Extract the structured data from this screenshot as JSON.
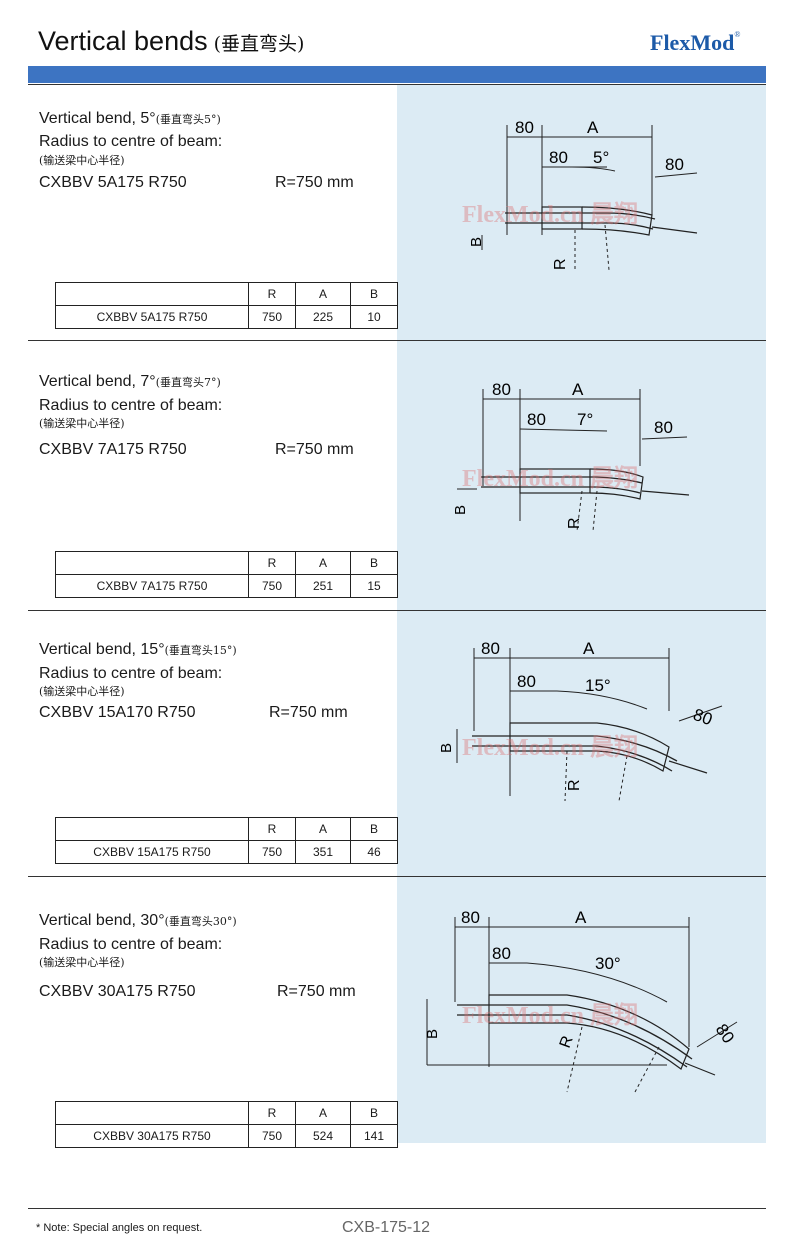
{
  "header": {
    "title": "Vertical bends",
    "title_cn": "(垂直弯头)",
    "brand": "FlexMod",
    "brand_mark": "®"
  },
  "table_columns": [
    "R",
    "A",
    "B"
  ],
  "sections": [
    {
      "heading": "Vertical bend, 5°",
      "heading_cn": "(垂直弯头5°)",
      "radius_label": "Radius to centre of beam:",
      "radius_cn": "(输送梁中心半径)",
      "model": "CXBBV 5A175 R750",
      "radius_value": "R=750 mm",
      "row": {
        "model": "CXBBV 5A175 R750",
        "R": "750",
        "A": "225",
        "B": "10"
      },
      "diagram": {
        "dim1": "80",
        "dim2": "80",
        "dim3": "80",
        "A": "A",
        "angle": "5°",
        "B": "B",
        "R": "R"
      }
    },
    {
      "heading": "Vertical bend, 7°",
      "heading_cn": "(垂直弯头7°)",
      "radius_label": "Radius to centre of beam:",
      "radius_cn": "(输送梁中心半径)",
      "model": "CXBBV 7A175 R750",
      "radius_value": "R=750 mm",
      "row": {
        "model": "CXBBV 7A175 R750",
        "R": "750",
        "A": "251",
        "B": "15"
      },
      "diagram": {
        "dim1": "80",
        "dim2": "80",
        "dim3": "80",
        "A": "A",
        "angle": "7°",
        "B": "B",
        "R": "R"
      }
    },
    {
      "heading": "Vertical bend, 15°",
      "heading_cn": "(垂直弯头15°)",
      "radius_label": "Radius to centre of beam:",
      "radius_cn": "(输送梁中心半径)",
      "model": "CXBBV 15A170 R750",
      "radius_value": "R=750 mm",
      "row": {
        "model": "CXBBV 15A175 R750",
        "R": "750",
        "A": "351",
        "B": "46"
      },
      "diagram": {
        "dim1": "80",
        "dim2": "80",
        "dim3": "80",
        "A": "A",
        "angle": "15°",
        "B": "B",
        "R": "R"
      }
    },
    {
      "heading": "Vertical bend, 30°",
      "heading_cn": "(垂直弯头30°)",
      "radius_label": "Radius to centre of beam:",
      "radius_cn": "(输送梁中心半径)",
      "model": "CXBBV 30A175 R750",
      "radius_value": "R=750 mm",
      "row": {
        "model": "CXBBV 30A175 R750",
        "R": "750",
        "A": "524",
        "B": "141"
      },
      "diagram": {
        "dim1": "80",
        "dim2": "80",
        "dim3": "80",
        "A": "A",
        "angle": "30°",
        "B": "B",
        "R": "R"
      }
    }
  ],
  "watermark": "FlexMod.cn 晨翔",
  "footer": {
    "note": "* Note: Special angles on request.",
    "page_code": "CXB-175-12"
  }
}
